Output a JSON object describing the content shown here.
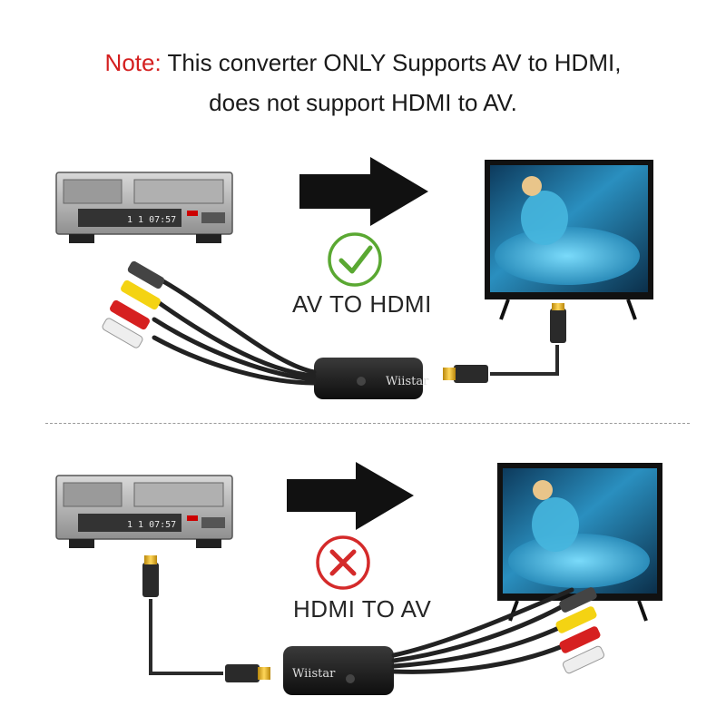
{
  "note": {
    "label": "Note:",
    "line1": "This converter ONLY Supports AV to HDMI,",
    "line2": "does not support HDMI to AV."
  },
  "sections": [
    {
      "caption": "AV TO HDMI",
      "status": "supported",
      "status_icon": "check-icon",
      "status_color": "#5aa832"
    },
    {
      "caption": "HDMI TO AV",
      "status": "not-supported",
      "status_icon": "cross-icon",
      "status_color": "#d42a2a"
    }
  ],
  "brand": "Wiistar",
  "colors": {
    "note_label": "#d41f1f",
    "arrow": "#111111",
    "cable": "#2b2b2b"
  }
}
